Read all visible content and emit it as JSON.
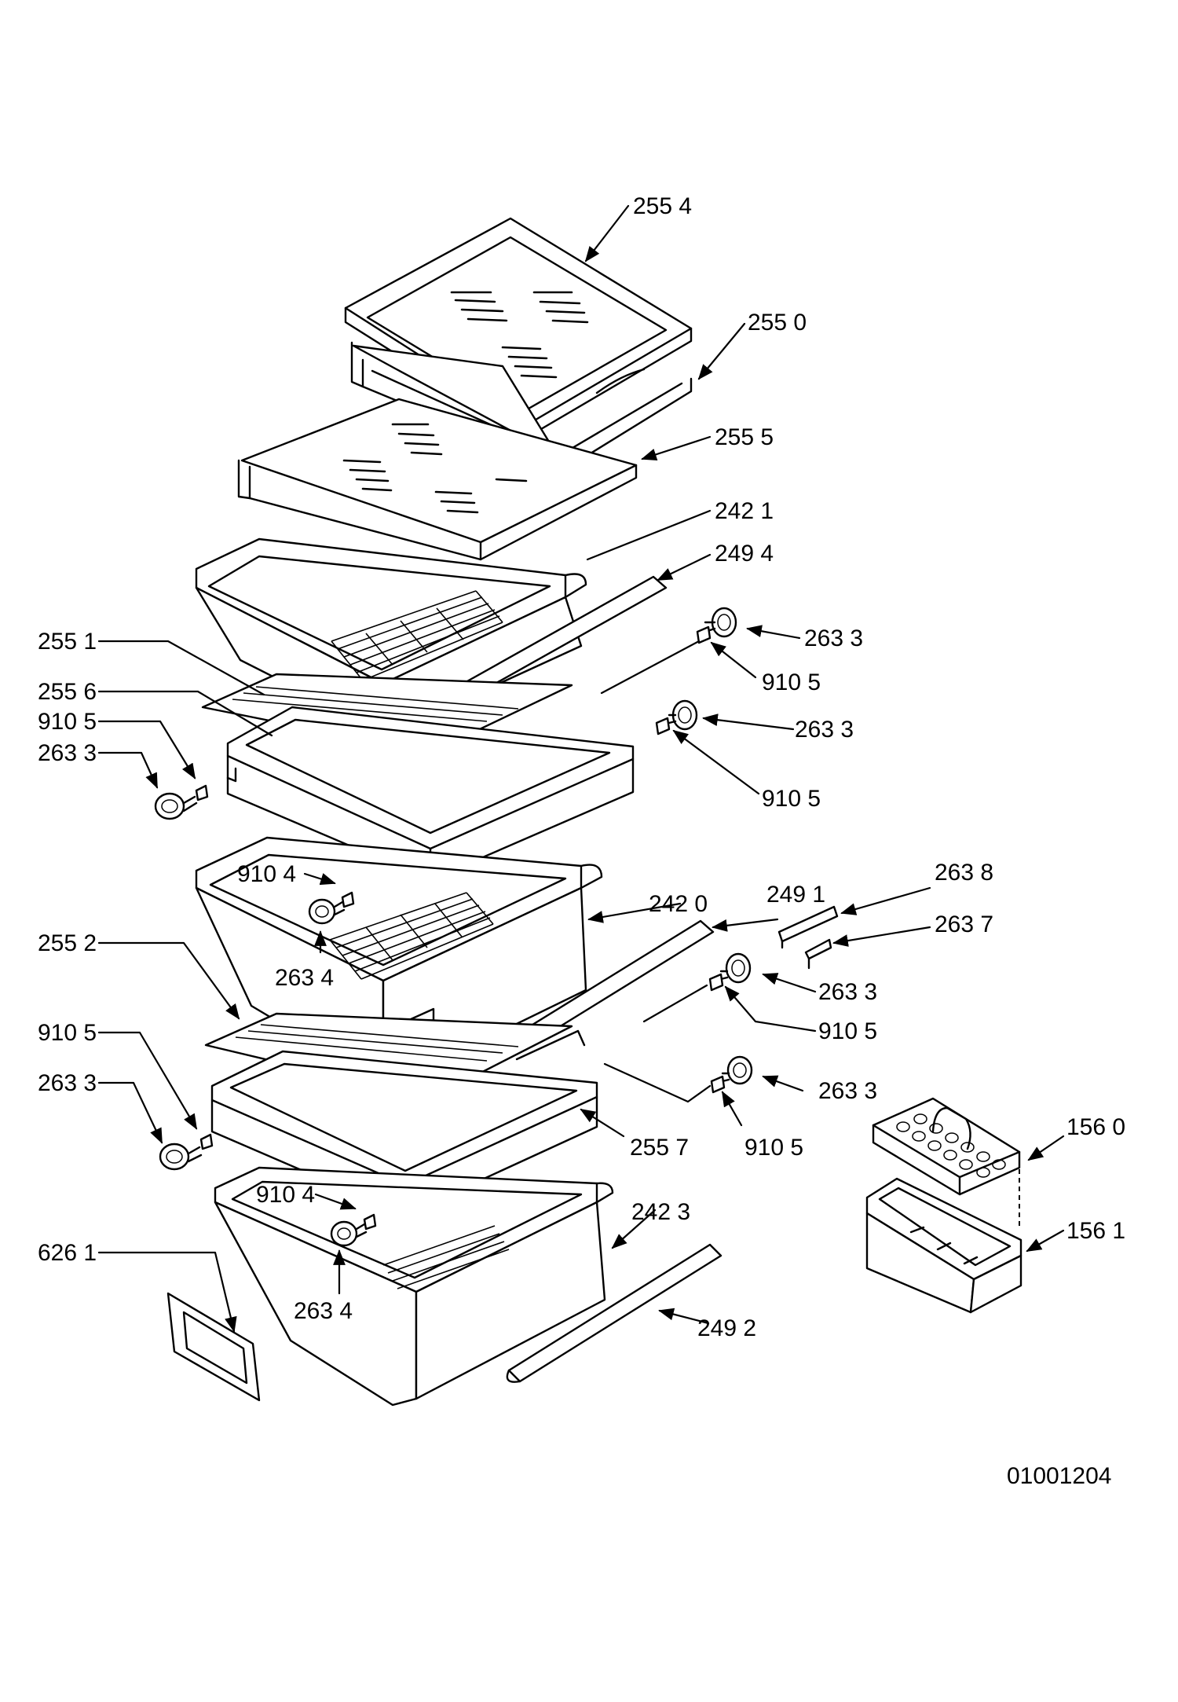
{
  "diagram_code": "01001204",
  "callouts": [
    {
      "id": "c-2554",
      "text": "255 4"
    },
    {
      "id": "c-2550",
      "text": "255 0"
    },
    {
      "id": "c-2555",
      "text": "255 5"
    },
    {
      "id": "c-2421",
      "text": "242 1"
    },
    {
      "id": "c-2494",
      "text": "249 4"
    },
    {
      "id": "c-2551",
      "text": "255 1"
    },
    {
      "id": "c-2633a",
      "text": "263 3"
    },
    {
      "id": "c-9105a",
      "text": "910 5"
    },
    {
      "id": "c-2556",
      "text": "255 6"
    },
    {
      "id": "c-9105b",
      "text": "910 5"
    },
    {
      "id": "c-2633b",
      "text": "263 3"
    },
    {
      "id": "c-2633c",
      "text": "263 3"
    },
    {
      "id": "c-9105c",
      "text": "910 5"
    },
    {
      "id": "c-2638",
      "text": "263 8"
    },
    {
      "id": "c-9104a",
      "text": "910 4"
    },
    {
      "id": "c-2420",
      "text": "242 0"
    },
    {
      "id": "c-2491",
      "text": "249 1"
    },
    {
      "id": "c-2637",
      "text": "263 7"
    },
    {
      "id": "c-2552",
      "text": "255 2"
    },
    {
      "id": "c-2634a",
      "text": "263 4"
    },
    {
      "id": "c-2633d",
      "text": "263 3"
    },
    {
      "id": "c-9105d",
      "text": "910 5"
    },
    {
      "id": "c-9105e",
      "text": "910 5"
    },
    {
      "id": "c-2633e",
      "text": "263 3"
    },
    {
      "id": "c-2633f",
      "text": "263 3"
    },
    {
      "id": "c-1560",
      "text": "156 0"
    },
    {
      "id": "c-2557",
      "text": "255 7"
    },
    {
      "id": "c-9105f",
      "text": "910 5"
    },
    {
      "id": "c-9104b",
      "text": "910 4"
    },
    {
      "id": "c-2423",
      "text": "242 3"
    },
    {
      "id": "c-1561",
      "text": "156 1"
    },
    {
      "id": "c-6261",
      "text": "626 1"
    },
    {
      "id": "c-2634b",
      "text": "263 4"
    },
    {
      "id": "c-2492",
      "text": "249 2"
    }
  ]
}
